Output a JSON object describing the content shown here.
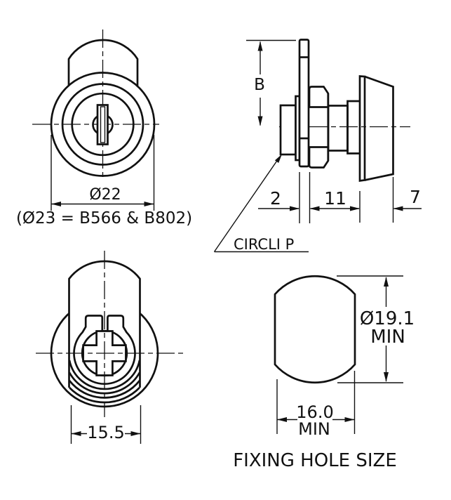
{
  "drawing": {
    "background": "#ffffff",
    "line_color": "#111111"
  },
  "views": {
    "front": {
      "dim_diameter": "Ø22",
      "note": "(Ø23 = B566 & B802)"
    },
    "side": {
      "dim_height": "B",
      "dim_cam_thickness": "2",
      "dim_body_length": "11",
      "dim_head_length": "7",
      "callout": "CIRCLI P"
    },
    "rear": {
      "dim_width": "15.5"
    },
    "hole": {
      "dim_diameter": "Ø19.1",
      "dim_diameter_qualifier": "MIN",
      "dim_width": "16.0",
      "dim_width_qualifier": "MIN",
      "caption": "FIXING HOLE SIZE"
    }
  }
}
